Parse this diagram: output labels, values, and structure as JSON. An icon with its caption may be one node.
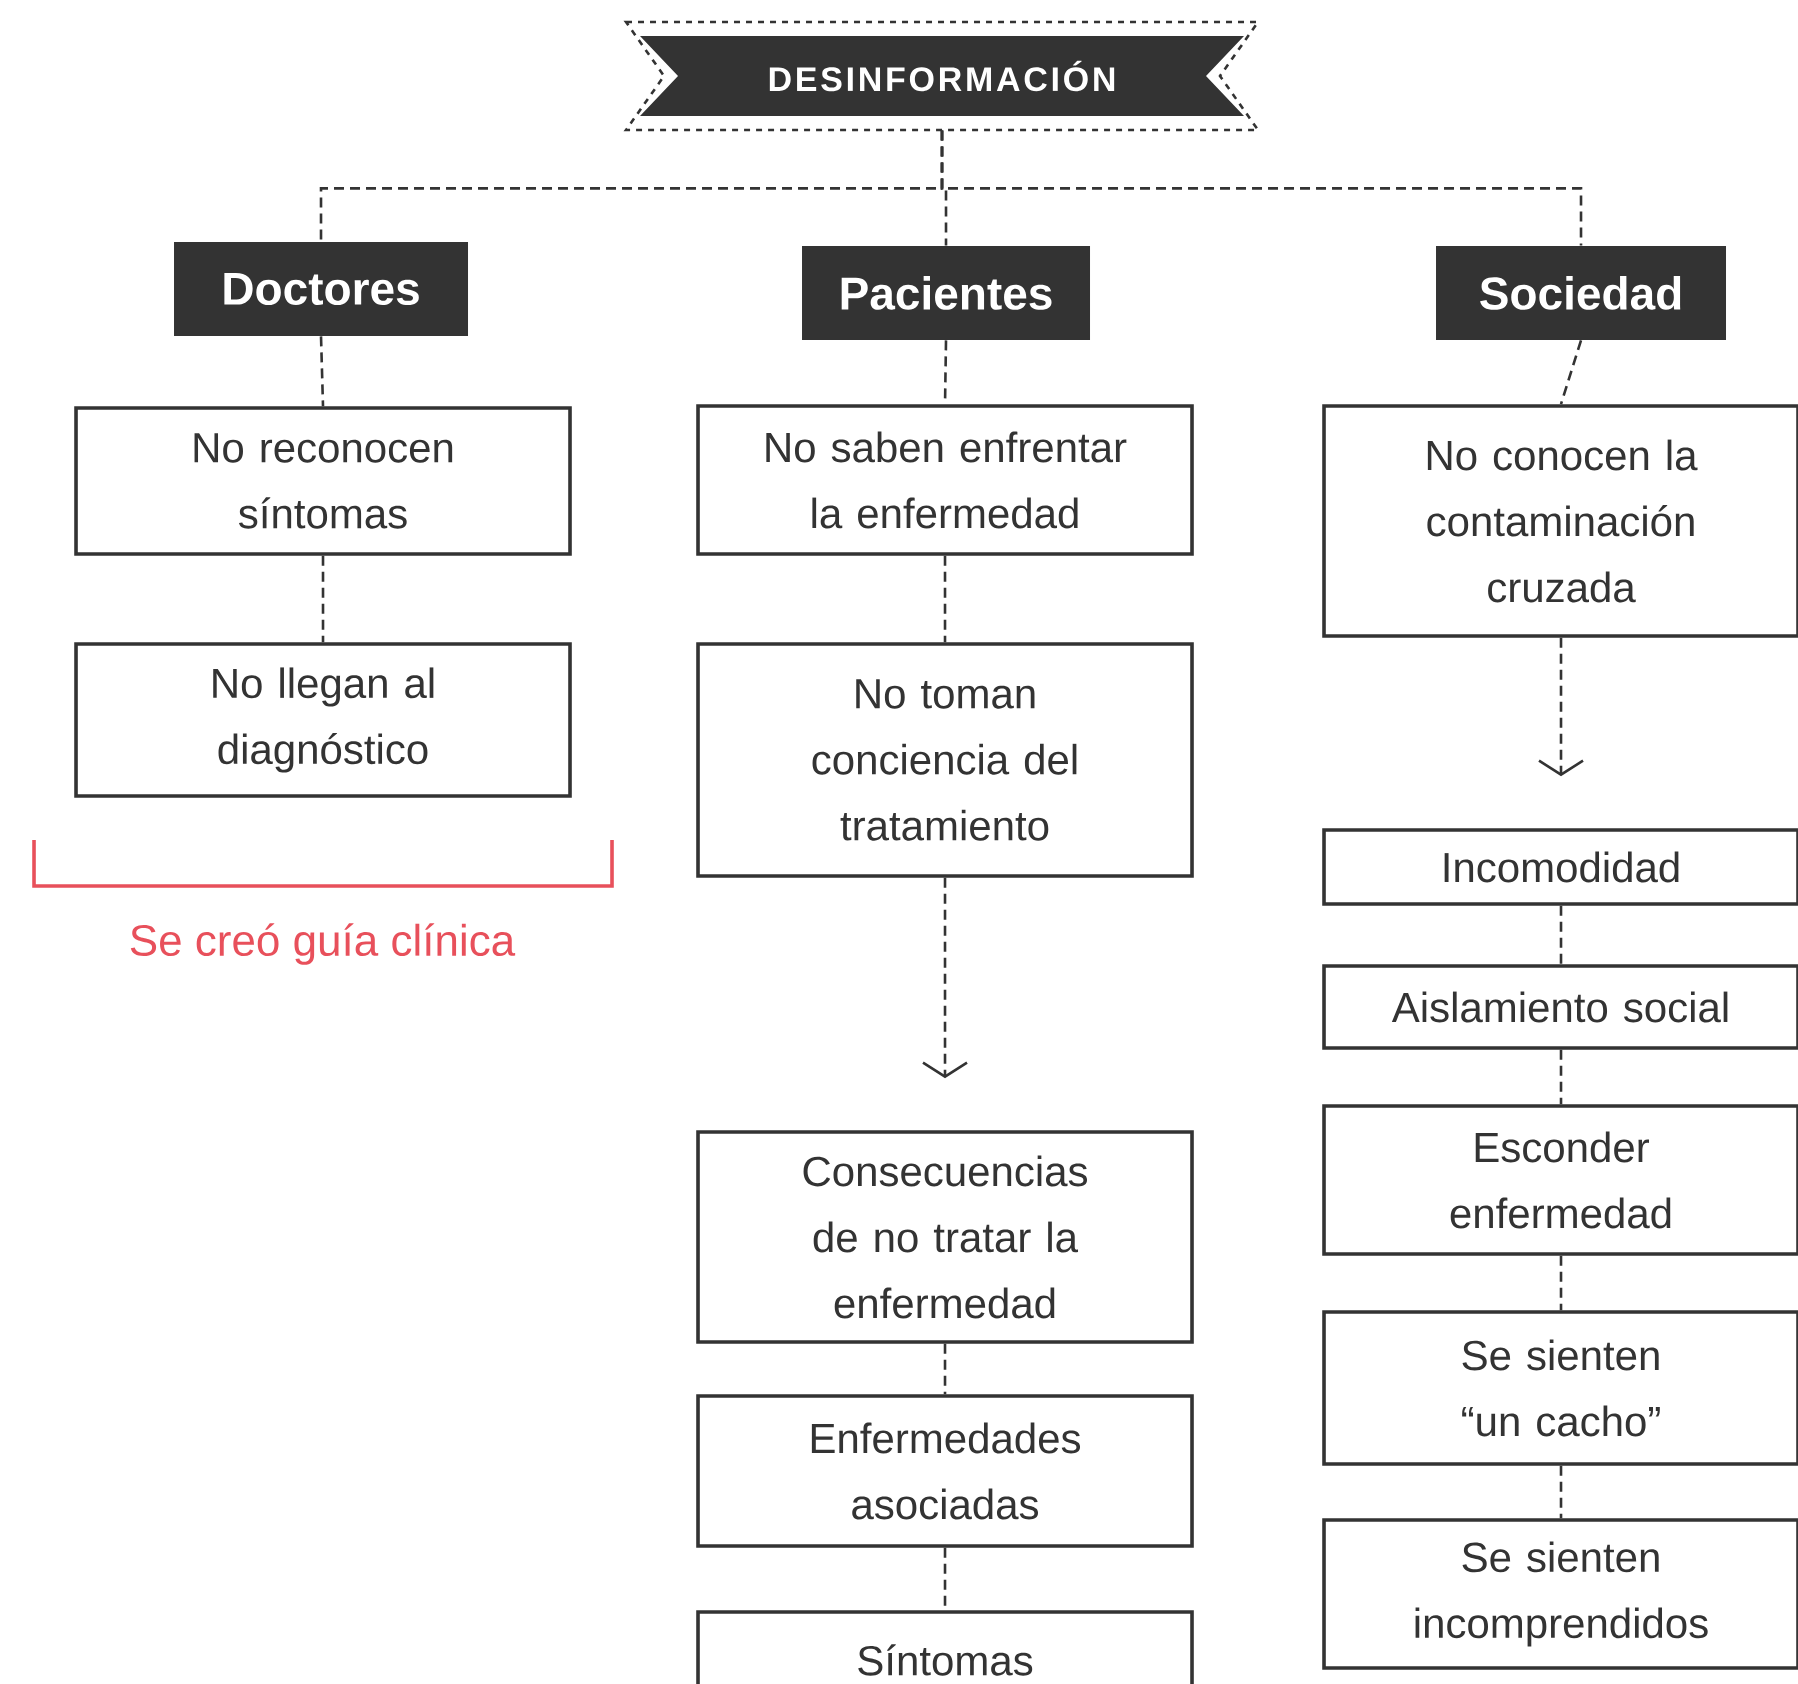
{
  "diagram": {
    "nodes": [
      {
        "text": [
          "DESINFORMACIÓN"
        ]
      },
      {
        "text": [
          "Doctores"
        ]
      },
      {
        "text": [
          "Pacientes"
        ]
      },
      {
        "text": [
          "Sociedad"
        ]
      },
      {
        "text": [
          "No reconocen síntomas"
        ]
      },
      {
        "text": [
          "No llegan al diagnóstico"
        ]
      },
      {
        "text": [
          "No saben enfrentar la enfermedad"
        ]
      },
      {
        "text": [
          "No toman conciencia del tratamiento"
        ]
      },
      {
        "text": [
          "Consecuencias de no tratar la enfermedad"
        ]
      },
      {
        "text": [
          "Enfermedades asociadas"
        ]
      },
      {
        "text": [
          "Síntomas"
        ]
      },
      {
        "text": [
          "No conocen la contaminación cruzada"
        ]
      },
      {
        "text": [
          "Incomodidad"
        ]
      },
      {
        "text": [
          "Aislamiento social"
        ]
      },
      {
        "text": [
          "Esconder enfermedad"
        ]
      },
      {
        "text": [
          "Se sienten “un cacho”"
        ]
      },
      {
        "text": [
          "Se sienten incomprendidos"
        ]
      }
    ],
    "edges": [
      {
        "from": 0,
        "to": 1,
        "arrow": "none"
      },
      {
        "from": 0,
        "to": 2,
        "arrow": "none"
      },
      {
        "from": 0,
        "to": 3,
        "arrow": "none"
      },
      {
        "from": 1,
        "to": 4,
        "arrow": "none"
      },
      {
        "from": 4,
        "to": 5,
        "arrow": "none"
      },
      {
        "from": 2,
        "to": 6,
        "arrow": "none"
      },
      {
        "from": 6,
        "to": 7,
        "arrow": "none"
      },
      {
        "from": 7,
        "to": 8,
        "arrow": "to"
      },
      {
        "from": 8,
        "to": 9,
        "arrow": "none"
      },
      {
        "from": 9,
        "to": 10,
        "arrow": "none"
      },
      {
        "from": 3,
        "to": 11,
        "arrow": "none"
      },
      {
        "from": 11,
        "to": 12,
        "arrow": "to"
      },
      {
        "from": 12,
        "to": 13,
        "arrow": "none"
      },
      {
        "from": 13,
        "to": 14,
        "arrow": "none"
      },
      {
        "from": 14,
        "to": 15,
        "arrow": "none"
      },
      {
        "from": 15,
        "to": 16,
        "arrow": "none"
      }
    ],
    "labels": [
      "Se creó guía clínica"
    ]
  }
}
